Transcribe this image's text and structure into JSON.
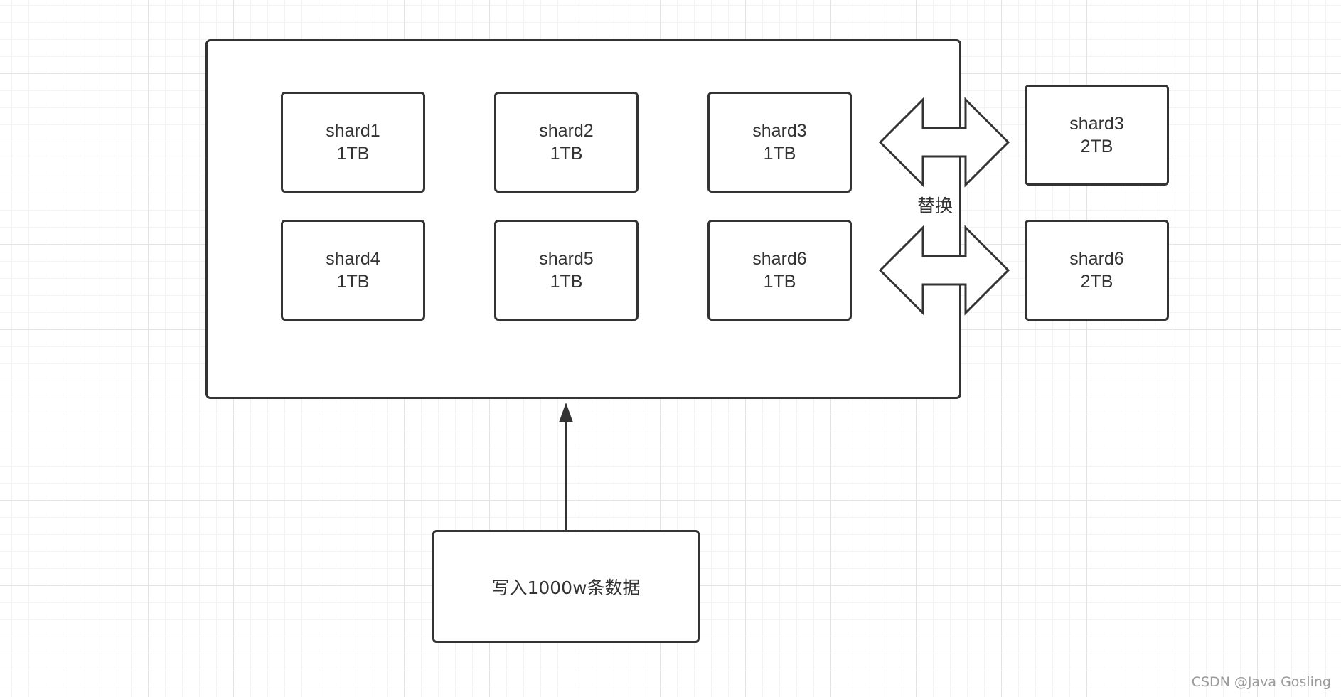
{
  "diagram": {
    "shards_internal": [
      {
        "name": "shard1",
        "size": "1TB"
      },
      {
        "name": "shard2",
        "size": "1TB"
      },
      {
        "name": "shard3",
        "size": "1TB"
      },
      {
        "name": "shard4",
        "size": "1TB"
      },
      {
        "name": "shard5",
        "size": "1TB"
      },
      {
        "name": "shard6",
        "size": "1TB"
      }
    ],
    "shards_replacement": [
      {
        "name": "shard3",
        "size": "2TB"
      },
      {
        "name": "shard6",
        "size": "2TB"
      }
    ],
    "replace_label": "替换",
    "source_label": "写入1000w条数据"
  },
  "watermark": "CSDN @Java Gosling",
  "colors": {
    "stroke": "#333333",
    "grid_major": "#e3e3e3",
    "grid_minor": "#f3f3f3",
    "background": "#ffffff"
  }
}
